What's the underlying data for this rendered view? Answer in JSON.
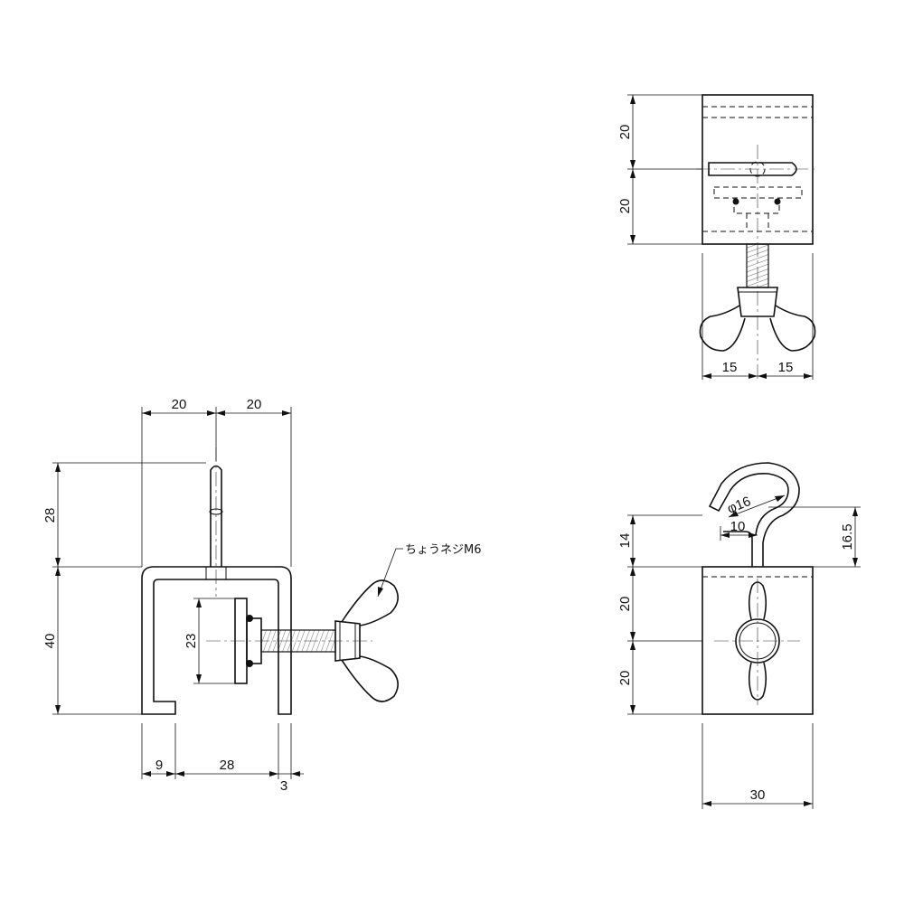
{
  "side_view": {
    "dim_top_left": "20",
    "dim_top_right": "20",
    "dim_pin_height": "28",
    "dim_body_height": "40",
    "dim_pad_height": "23",
    "dim_lip": "9",
    "dim_opening": "28",
    "dim_wall": "3",
    "note": "ちょうネジM6"
  },
  "top_view": {
    "dim_upper": "20",
    "dim_lower": "20",
    "dim_half_left": "15",
    "dim_half_right": "15"
  },
  "front_view": {
    "dim_hook_height": "14",
    "dim_upper": "20",
    "dim_lower": "20",
    "dim_hook_diameter": "φ16",
    "dim_hook_offset": "10",
    "dim_hook_total": "16.5",
    "dim_width": "30"
  }
}
